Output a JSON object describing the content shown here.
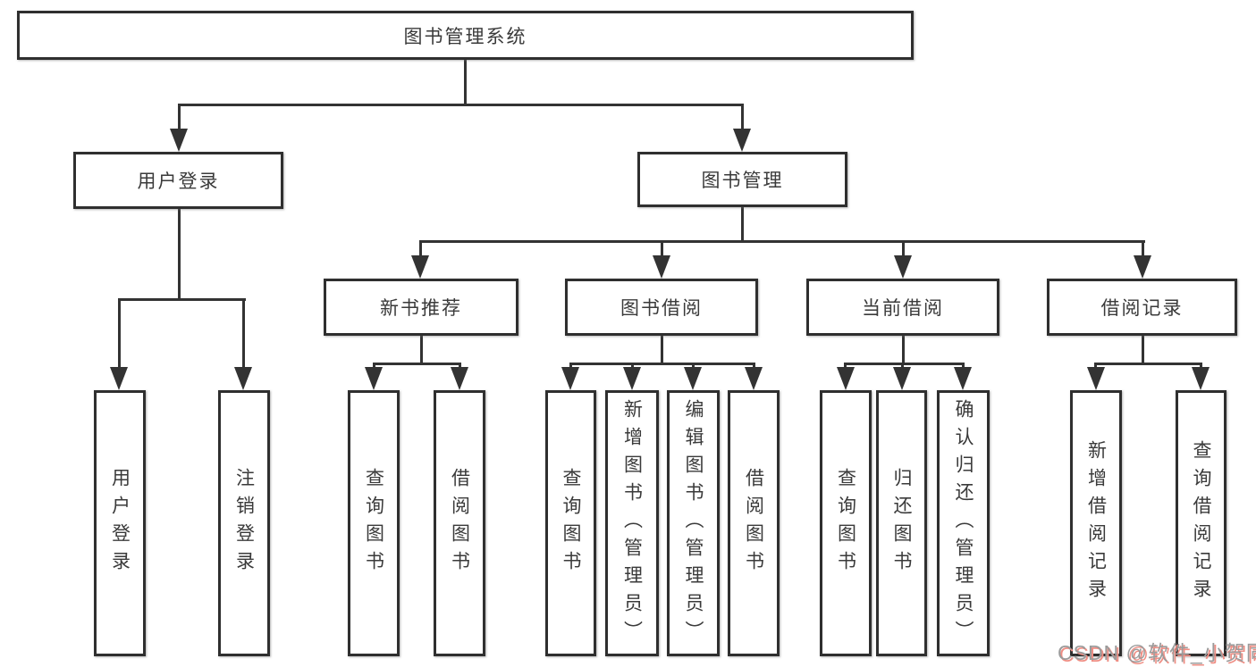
{
  "nodes": {
    "root": "图书管理系统",
    "user_login": "用户登录",
    "book_mgmt": "图书管理",
    "l3": [
      "新书推荐",
      "图书借阅",
      "当前借阅",
      "借阅记录"
    ],
    "leaves_user": [
      "用户登录",
      "注销登录"
    ],
    "leaves_new": [
      "查询图书",
      "借阅图书"
    ],
    "leaves_borrow": [
      "查询图书",
      "新增图书（管理员）",
      "编辑图书（管理员）",
      "借阅图书"
    ],
    "leaves_current": [
      "查询图书",
      "归还图书",
      "确认归还（管理员）"
    ],
    "leaves_record": [
      "新增借阅记录",
      "查询借阅记录"
    ]
  },
  "watermark": "CSDN @软件_小贺同学",
  "colors": {
    "line": "#333333",
    "box_border": "#2f2f2f",
    "text": "#3a3a3a",
    "watermark_gray": "#9b9b9b",
    "watermark_shadow": "#ef8e84"
  }
}
